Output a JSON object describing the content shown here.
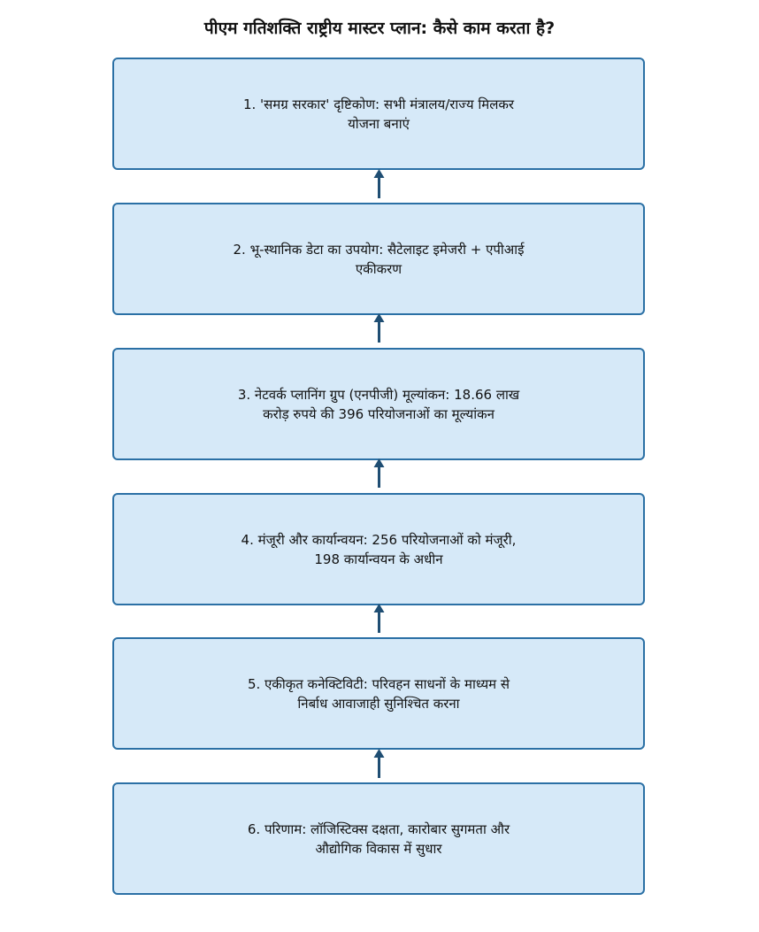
{
  "title": "पीएम गतिशक्ति राष्ट्रीय मास्टर प्लान: कैसे काम करता है?",
  "steps": [
    {
      "text": "1. 'समग्र सरकार' दृष्टिकोण: सभी मंत्रालय/राज्य मिलकर योजना बनाएं"
    },
    {
      "text": "2. भू-स्थानिक डेटा का उपयोग: सैटेलाइट इमेजरी + एपीआई एकीकरण"
    },
    {
      "text": "3. नेटवर्क प्लानिंग ग्रुप (एनपीजी) मूल्यांकन: 18.66 लाख करोड़ रुपये की 396 परियोजनाओं का मूल्यांकन"
    },
    {
      "text": "4. मंजूरी और कार्यान्वयन: 256 परियोजनाओं को मंजूरी, 198 कार्यान्वयन के अधीन"
    },
    {
      "text": "5. एकीकृत कनेक्टिविटी: परिवहन साधनों के माध्यम से निर्बाध आवाजाही सुनिश्चित करना"
    },
    {
      "text": "6. परिणाम: लॉजिस्टिक्स दक्षता, कारोबार सुगमता और औद्योगिक विकास में सुधार"
    }
  ],
  "colors": {
    "box_fill": "#d6e9f8",
    "box_border": "#2b70a5",
    "arrow": "#1f4e73"
  }
}
